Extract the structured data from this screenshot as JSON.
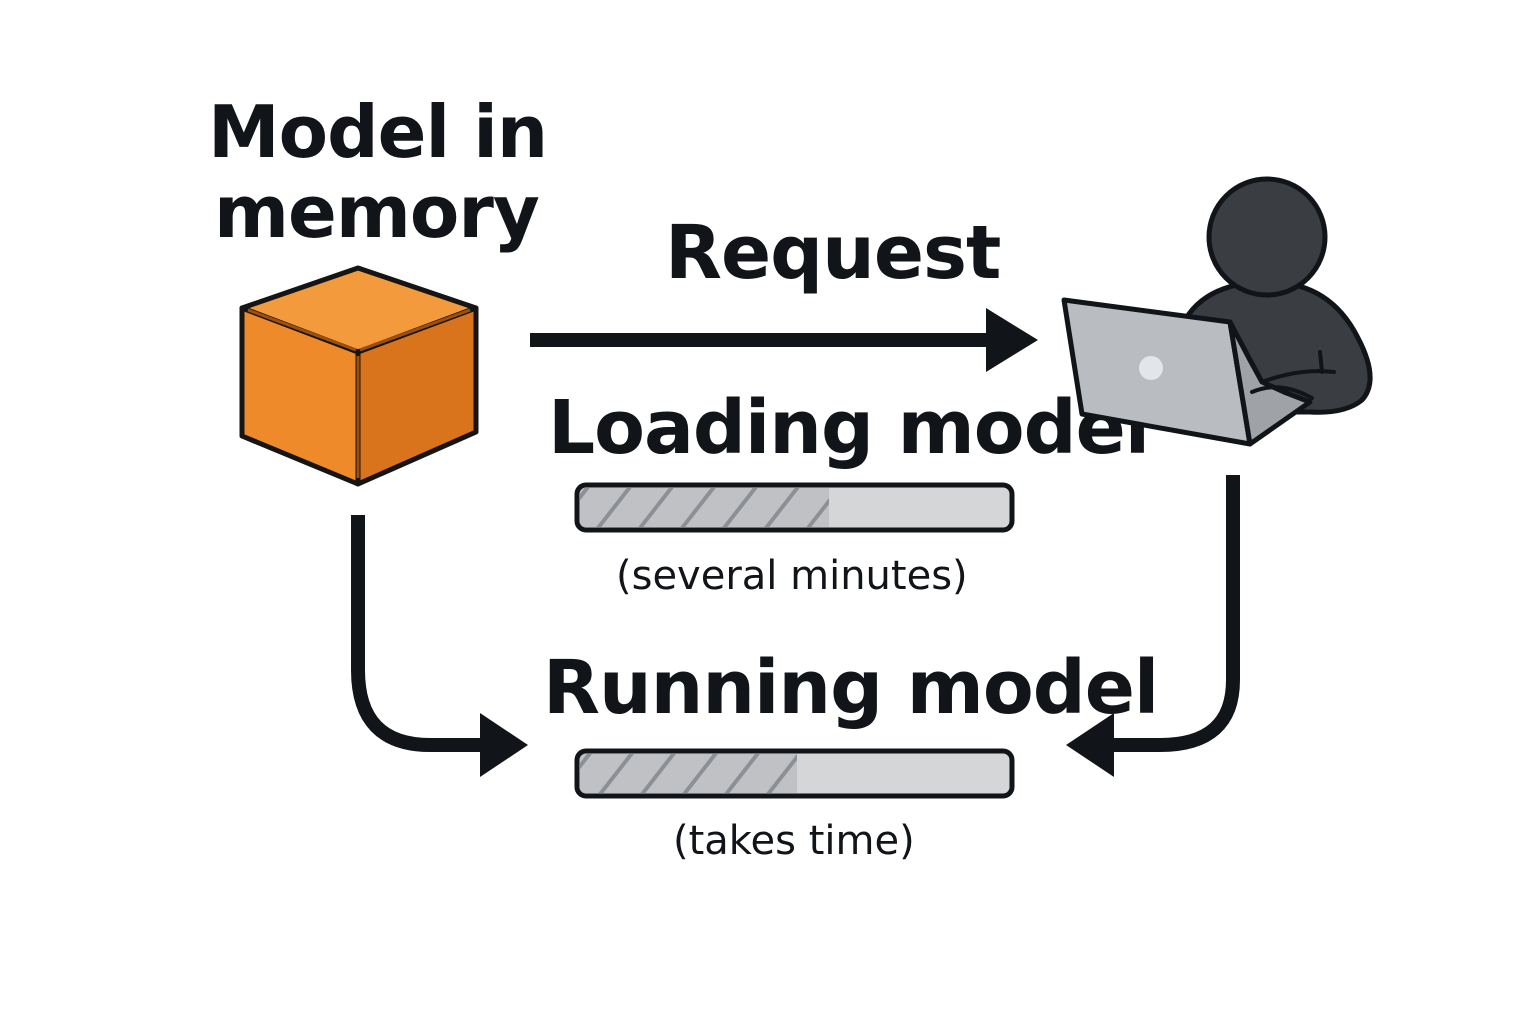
{
  "model_block": {
    "line1": "Model in",
    "line2": "memory",
    "color": "#EF8A2A"
  },
  "request": {
    "label": "Request"
  },
  "loading": {
    "label": "Loading model",
    "note": "(several minutes)",
    "progress": 0.58
  },
  "running": {
    "label": "Running model",
    "note": "(takes time)",
    "progress": 0.505
  },
  "icons": {
    "cube": "cube-icon",
    "user": "user-with-laptop-icon"
  },
  "colors": {
    "ink": "#111418",
    "person": "#3A3D42",
    "laptop": "#B9BCC1",
    "bar_fill": "#BFC1C4",
    "bar_track": "#D4D6D8"
  }
}
